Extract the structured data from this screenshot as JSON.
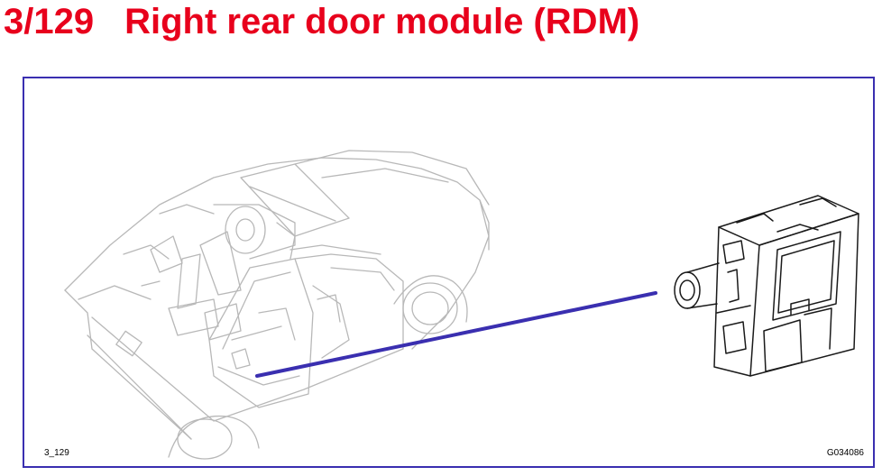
{
  "title": {
    "code": "3/129",
    "text": "Right rear door module (RDM)"
  },
  "figure": {
    "ref_left": "3_129",
    "ref_right": "G034086",
    "leader_color": "#3a2fb0",
    "title_color": "#e8001c",
    "line_color": "#b5b5b5",
    "module_line_color": "#1a1a1a",
    "car_icon": "car-cutaway-illustration",
    "module_icon": "door-module-illustration"
  }
}
